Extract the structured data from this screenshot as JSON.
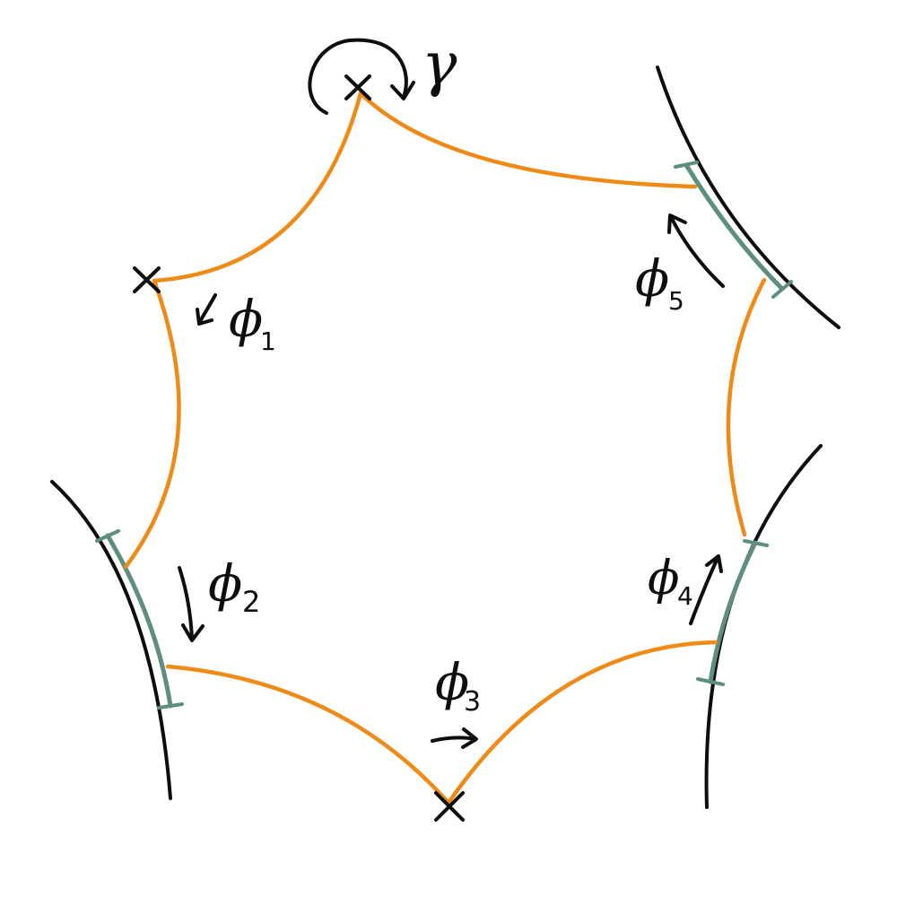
{
  "labels": {
    "gamma": "γ",
    "phi": "ϕ",
    "phi1_sub": "1",
    "phi2_sub": "2",
    "phi3_sub": "3",
    "phi4_sub": "4",
    "phi5_sub": "5"
  },
  "colors": {
    "boundary_arc": "#ef8a17",
    "glued_segment": "#5e8f7e",
    "ink": "#0d0d0d"
  },
  "markers": [
    "cross",
    "cross",
    "cross"
  ]
}
